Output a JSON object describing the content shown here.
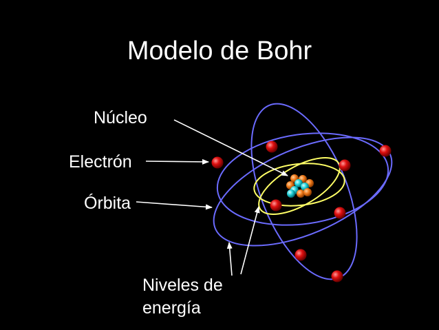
{
  "title": "Modelo de Bohr",
  "labels": {
    "nucleus": "Núcleo",
    "electron": "Electrón",
    "orbit": "Órbita",
    "energy_levels_line1": "Niveles de",
    "energy_levels_line2": "energía"
  },
  "colors": {
    "background": "#000000",
    "text": "#ffffff",
    "outer_orbits": "#6b6bff",
    "inner_orbits": "#ffff66",
    "electron": "#e01010",
    "proton": "#f07a1a",
    "neutron": "#22d0d8",
    "pointer": "#ffffff"
  }
}
